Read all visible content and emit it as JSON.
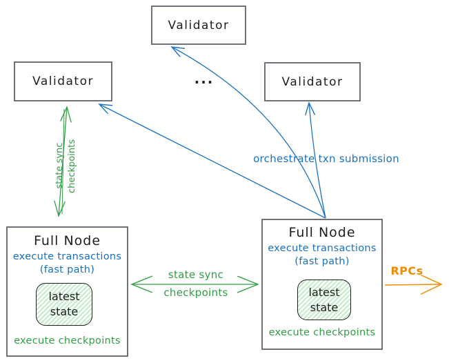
{
  "colors": {
    "blue": "#1971c2",
    "green": "#2f9e44",
    "orange": "#f08c00",
    "box_border": "#6c7278",
    "ink": "#1e1e1e"
  },
  "validators": {
    "top": "Validator",
    "left": "Validator",
    "right": "Validator"
  },
  "ellipsis": "...",
  "full_node_left": {
    "title": "Full Node",
    "exec_line1": "execute transactions",
    "exec_line2": "(fast path)",
    "state_word1": "latest",
    "state_word2": "state",
    "footer": "execute checkpoints"
  },
  "full_node_right": {
    "title": "Full Node",
    "exec_line1": "execute transactions",
    "exec_line2": "(fast path)",
    "state_word1": "latest",
    "state_word2": "state",
    "footer": "execute checkpoints"
  },
  "edge_labels": {
    "vertical_sync_line1": "state sync",
    "vertical_sync_line2": "checkpoints",
    "horizontal_sync_line1": "state sync",
    "horizontal_sync_line2": "checkpoints",
    "orchestrate": "orchestrate txn submission",
    "rpcs": "RPCs"
  }
}
